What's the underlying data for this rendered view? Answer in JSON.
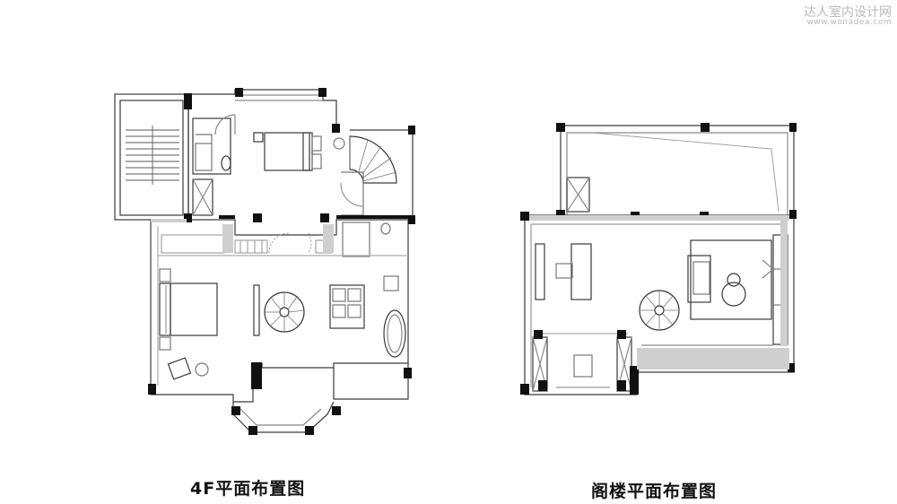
{
  "plans": [
    {
      "id": "floor-4f",
      "caption": "4F平面布置图"
    },
    {
      "id": "attic",
      "caption": "阁楼平面布置图"
    }
  ],
  "watermark": {
    "site_name": "达人室内设计网",
    "site_url": "www.wonadea.com"
  },
  "colors": {
    "wall": "#111111",
    "line": "#3a3a3a",
    "light_line": "#9a9a9a",
    "hatch": "#cfcfcf",
    "caption": "#111111",
    "watermark": "#b9b9b9"
  }
}
